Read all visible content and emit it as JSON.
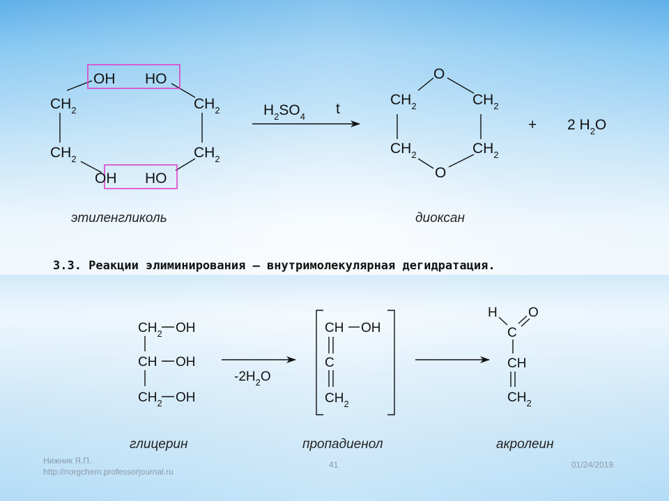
{
  "reaction1": {
    "glycol": {
      "top_oh": "OH",
      "top_ho": "HO",
      "bot_oh": "OH",
      "bot_ho": "HO",
      "ch_a": "CH",
      "ch_b": "CH",
      "ch_c": "CH",
      "ch_d": "CH",
      "sub2": "2",
      "name": "этиленгликоль"
    },
    "reagent_h": "H",
    "reagent_so": "SO",
    "reagent_sub2": "2",
    "reagent_sub4": "4",
    "reagent_t": "t",
    "dioxane": {
      "o_top": "O",
      "o_bot": "O",
      "ch": "CH",
      "sub2": "2",
      "name": "диоксан"
    },
    "plus": "+",
    "water_coef": "2 H",
    "water_sub": "2",
    "water_o": "O"
  },
  "heading": "3.3. Реакции элиминирования – внутримолекулярная дегидратация.",
  "reaction2": {
    "glycerol": {
      "ch2": "CH",
      "ch": "CH",
      "oh": "OH",
      "sub2": "2",
      "name": "глицерин"
    },
    "condition": "-2H",
    "condition_sub": "2",
    "condition_o": "O",
    "propadienol": {
      "ch": "CH",
      "oh": "OH",
      "c": "C",
      "ch2": "CH",
      "sub2": "2",
      "name": "пропадиенол"
    },
    "acrolein": {
      "h": "H",
      "o": "O",
      "c": "C",
      "ch": "CH",
      "ch2": "CH",
      "sub2": "2",
      "name": "акролеин"
    }
  },
  "footer": {
    "author": "Нижник Я.П.",
    "url": "http://norgchem.professorjournal.ru",
    "page": "41",
    "date": "01/24/2019"
  },
  "colors": {
    "highlight": "#e040c8",
    "text": "#111111",
    "footer": "#8a9aa8"
  }
}
